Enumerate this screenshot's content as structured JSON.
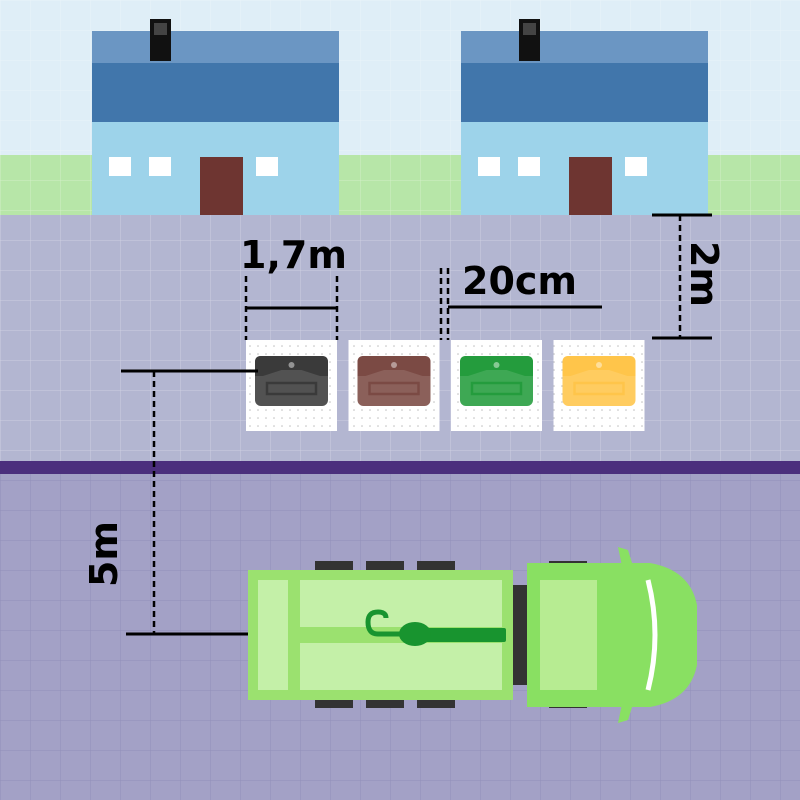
{
  "dimensions": {
    "bin_width": "1,7m",
    "bin_gap": "20cm",
    "setback": "2m",
    "truck_reach": "5m"
  },
  "colors": {
    "sky": "#dfeef7",
    "grass": "#b7e6a8",
    "sidewalk": "#b3b6d1",
    "road": "#a3a1c6",
    "curb_line": "#4b2f7d",
    "house_wall": "#9dd3ea",
    "house_roof_top": "#6b96c3",
    "house_roof": "#4176ab",
    "house_door": "#6e3531",
    "truck_body": "#9be16f",
    "truck_cab": "#89e062",
    "truck_arm": "#18942f",
    "bins": [
      "#3a3a3a",
      "#7b4a44",
      "#249c3d",
      "#ffc54a"
    ]
  },
  "icons": [
    "house-icon",
    "waste-bin-icon",
    "garbage-truck-icon",
    "robotic-arm-icon"
  ]
}
